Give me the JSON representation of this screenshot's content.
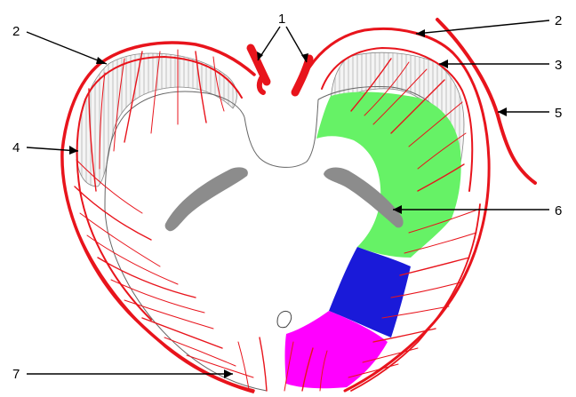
{
  "labels": {
    "top_center": "1",
    "top_left": "2",
    "top_right": "2",
    "right_upper": "3",
    "right_middle": "5",
    "right_lower": "6",
    "left_middle": "4",
    "bottom_left": "7"
  },
  "colors": {
    "vessel": "#e8141c",
    "cortex_stripes": "#c8c8c8",
    "ventricle": "#8c8c8c",
    "zone_green": "#66f266",
    "zone_blue": "#1a1ad9",
    "zone_magenta": "#ff00ff",
    "outline": "#666666",
    "label": "#000000"
  }
}
